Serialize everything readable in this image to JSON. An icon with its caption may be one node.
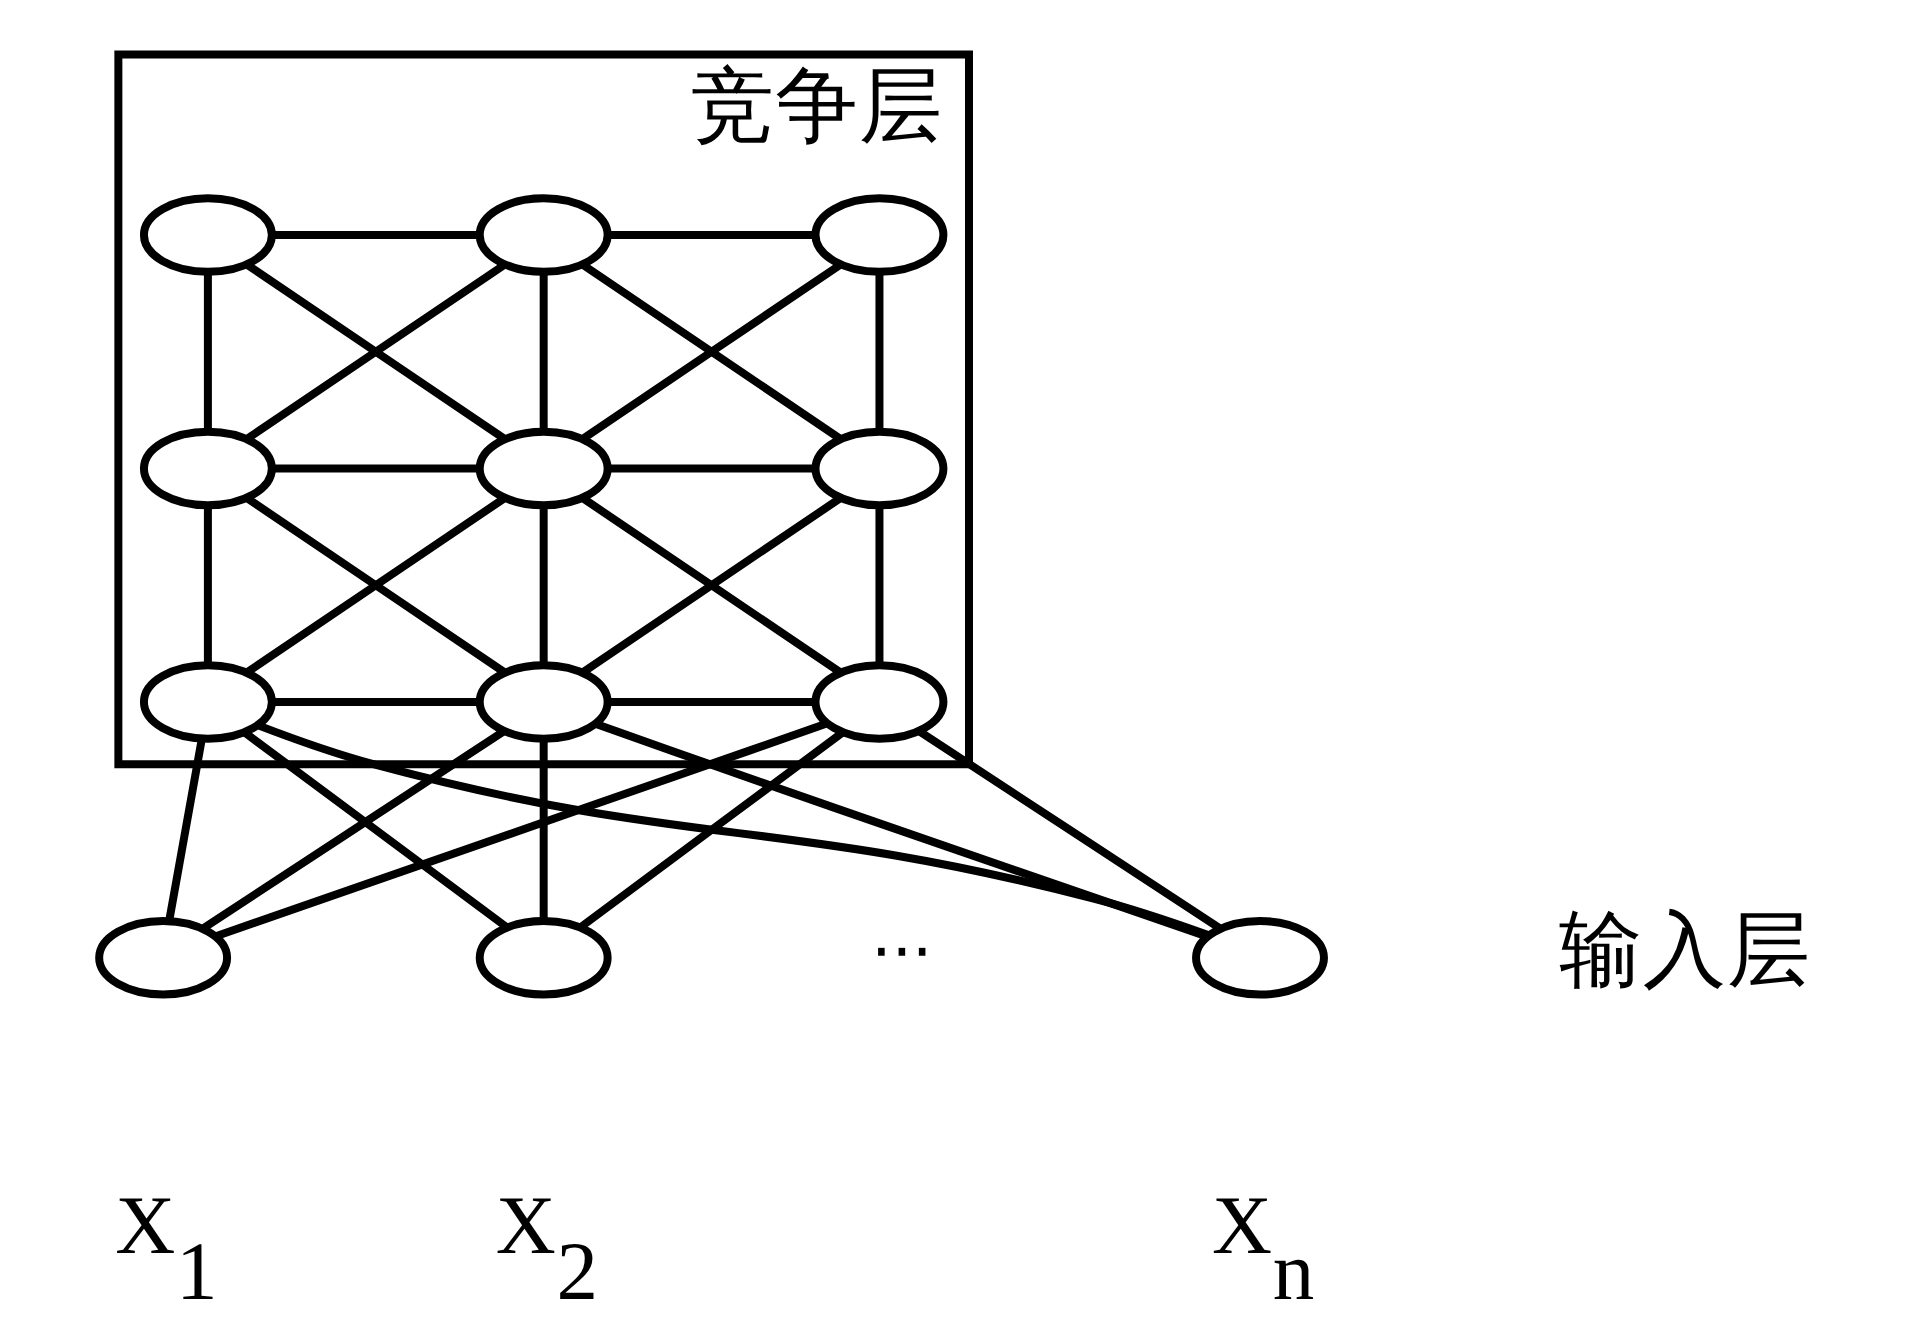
{
  "diagram": {
    "nodes": [
      {
        "text": [
          "竞争层"
        ]
      },
      {
        "text": [],
        "shape": "circle",
        "in": 0
      },
      {
        "text": [],
        "shape": "circle",
        "in": 0
      },
      {
        "text": [],
        "shape": "circle",
        "in": 0
      },
      {
        "text": [],
        "shape": "circle",
        "in": 0
      },
      {
        "text": [],
        "shape": "circle",
        "in": 0
      },
      {
        "text": [],
        "shape": "circle",
        "in": 0
      },
      {
        "text": [],
        "shape": "circle",
        "in": 0
      },
      {
        "text": [],
        "shape": "circle",
        "in": 0
      },
      {
        "text": [],
        "shape": "circle",
        "in": 0
      },
      {
        "text": [],
        "shape": "circle",
        "beside": [
          "X$_{1}$"
        ]
      },
      {
        "text": [],
        "shape": "circle",
        "beside": [
          "X$_{2}$"
        ]
      },
      {
        "text": [],
        "shape": "circle",
        "beside": [
          "X$_{n}$"
        ]
      }
    ],
    "edges": [
      {
        "from": 1,
        "to": 2,
        "arrow": "none"
      },
      {
        "from": 2,
        "to": 3,
        "arrow": "none"
      },
      {
        "from": 4,
        "to": 5,
        "arrow": "none"
      },
      {
        "from": 5,
        "to": 6,
        "arrow": "none"
      },
      {
        "from": 7,
        "to": 8,
        "arrow": "none"
      },
      {
        "from": 8,
        "to": 9,
        "arrow": "none"
      },
      {
        "from": 1,
        "to": 4,
        "arrow": "none"
      },
      {
        "from": 4,
        "to": 7,
        "arrow": "none"
      },
      {
        "from": 2,
        "to": 5,
        "arrow": "none"
      },
      {
        "from": 5,
        "to": 8,
        "arrow": "none"
      },
      {
        "from": 3,
        "to": 6,
        "arrow": "none"
      },
      {
        "from": 6,
        "to": 9,
        "arrow": "none"
      },
      {
        "from": 1,
        "to": 5,
        "arrow": "none"
      },
      {
        "from": 2,
        "to": 4,
        "arrow": "none"
      },
      {
        "from": 2,
        "to": 6,
        "arrow": "none"
      },
      {
        "from": 3,
        "to": 5,
        "arrow": "none"
      },
      {
        "from": 4,
        "to": 8,
        "arrow": "none"
      },
      {
        "from": 5,
        "to": 7,
        "arrow": "none"
      },
      {
        "from": 5,
        "to": 9,
        "arrow": "none"
      },
      {
        "from": 6,
        "to": 8,
        "arrow": "none"
      },
      {
        "from": 10,
        "to": 7,
        "arrow": "none"
      },
      {
        "from": 10,
        "to": 8,
        "arrow": "none"
      },
      {
        "from": 10,
        "to": 9,
        "arrow": "none"
      },
      {
        "from": 11,
        "to": 7,
        "arrow": "none"
      },
      {
        "from": 11,
        "to": 8,
        "arrow": "none"
      },
      {
        "from": 11,
        "to": 9,
        "arrow": "none"
      },
      {
        "from": 12,
        "to": 7,
        "arrow": "none"
      },
      {
        "from": 12,
        "to": 8,
        "arrow": "none"
      },
      {
        "from": 12,
        "to": 9,
        "arrow": "none"
      }
    ],
    "labels": [
      "···",
      "输入层"
    ]
  }
}
